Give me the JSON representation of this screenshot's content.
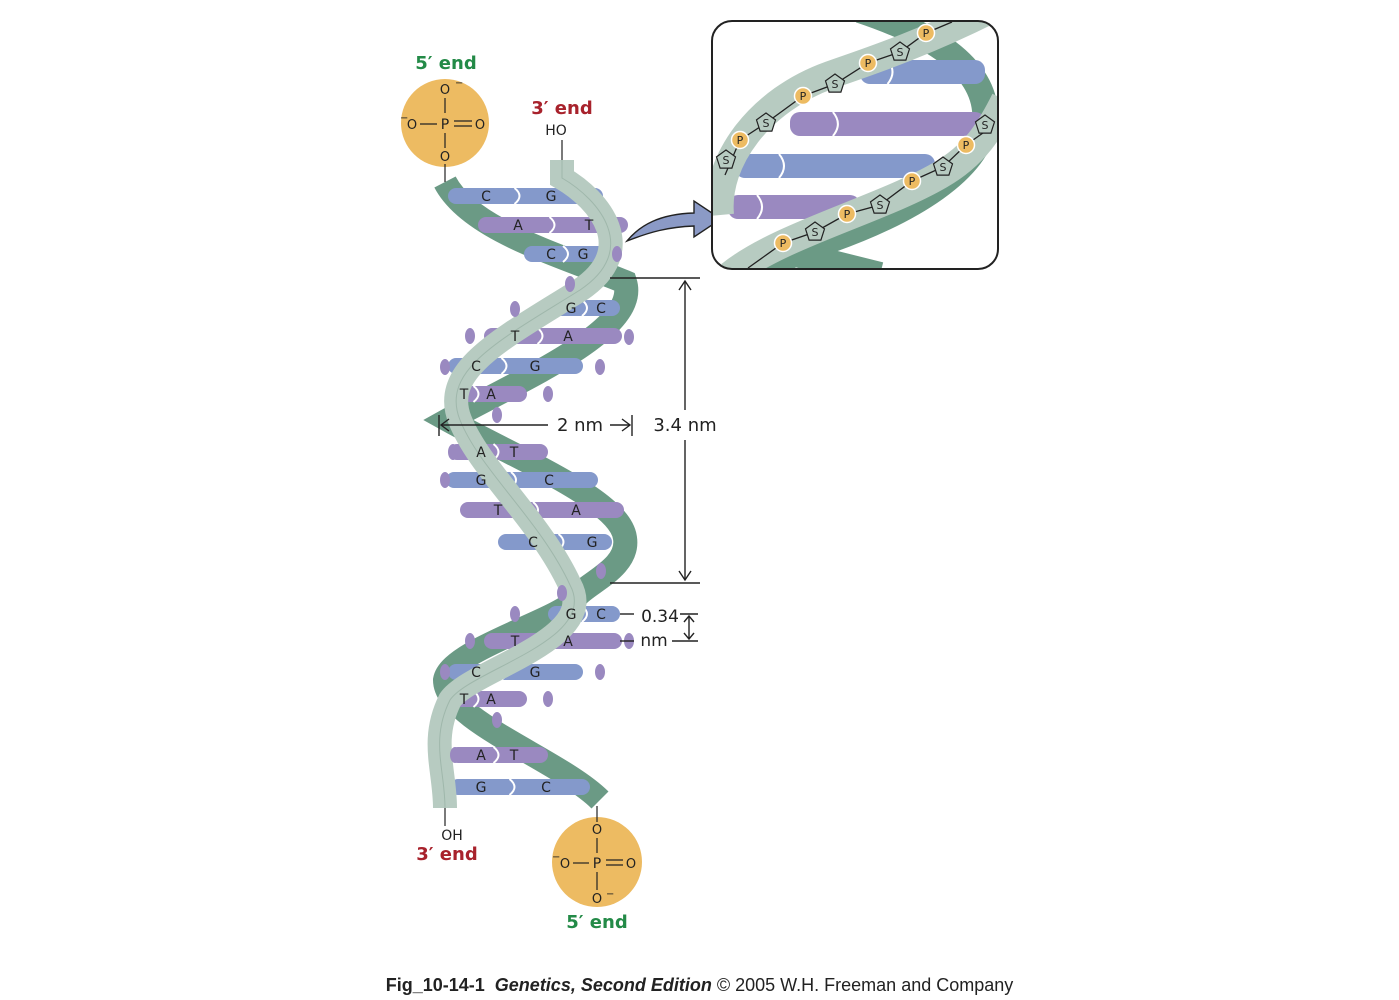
{
  "colors": {
    "backbone_front": "#b7cbc1",
    "backbone_back": "#6b9a85",
    "base_blue": "#8499cb",
    "base_purple": "#9a89c0",
    "phosphate_orange": "#edbb62",
    "dot": "#9a89c0",
    "end5_green": "#238a47",
    "end3_red": "#a8222c",
    "ink": "#222222"
  },
  "labels": {
    "five_prime_top": "5′ end",
    "three_prime_top": "3′ end",
    "three_prime_bottom": "3′ end",
    "five_prime_bottom": "5′ end",
    "ho_group": "HO",
    "oh_group": "OH"
  },
  "phosphate_group": {
    "p": "P",
    "o": "O",
    "o_minus_top": "O",
    "o_minus_side": "O",
    "minus": "−"
  },
  "dimensions": {
    "width": "2 nm",
    "pitch": "3.4 nm",
    "rise_value": "0.34",
    "rise_unit": "nm"
  },
  "base_pairs": [
    {
      "left": "C",
      "right": "G"
    },
    {
      "left": "A",
      "right": "T"
    },
    {
      "left": "C",
      "right": "G"
    },
    {
      "left": "G",
      "right": "C"
    },
    {
      "left": "T",
      "right": "A"
    },
    {
      "left": "C",
      "right": "G"
    },
    {
      "left": "T",
      "right": "A"
    },
    {
      "left": "A",
      "right": "T"
    },
    {
      "left": "G",
      "right": "C"
    },
    {
      "left": "T",
      "right": "A"
    },
    {
      "left": "C",
      "right": "G"
    },
    {
      "left": "G",
      "right": "C"
    },
    {
      "left": "T",
      "right": "A"
    },
    {
      "left": "C",
      "right": "G"
    },
    {
      "left": "T",
      "right": "A"
    },
    {
      "left": "A",
      "right": "T"
    },
    {
      "left": "G",
      "right": "C"
    }
  ],
  "inset": {
    "phosphate_label": "P",
    "sugar_label": "S"
  },
  "caption": {
    "figure_id": "Fig_10-14-1",
    "book_title": "Genetics, Second Edition",
    "copyright": "© 2005 W.H. Freeman and Company"
  }
}
